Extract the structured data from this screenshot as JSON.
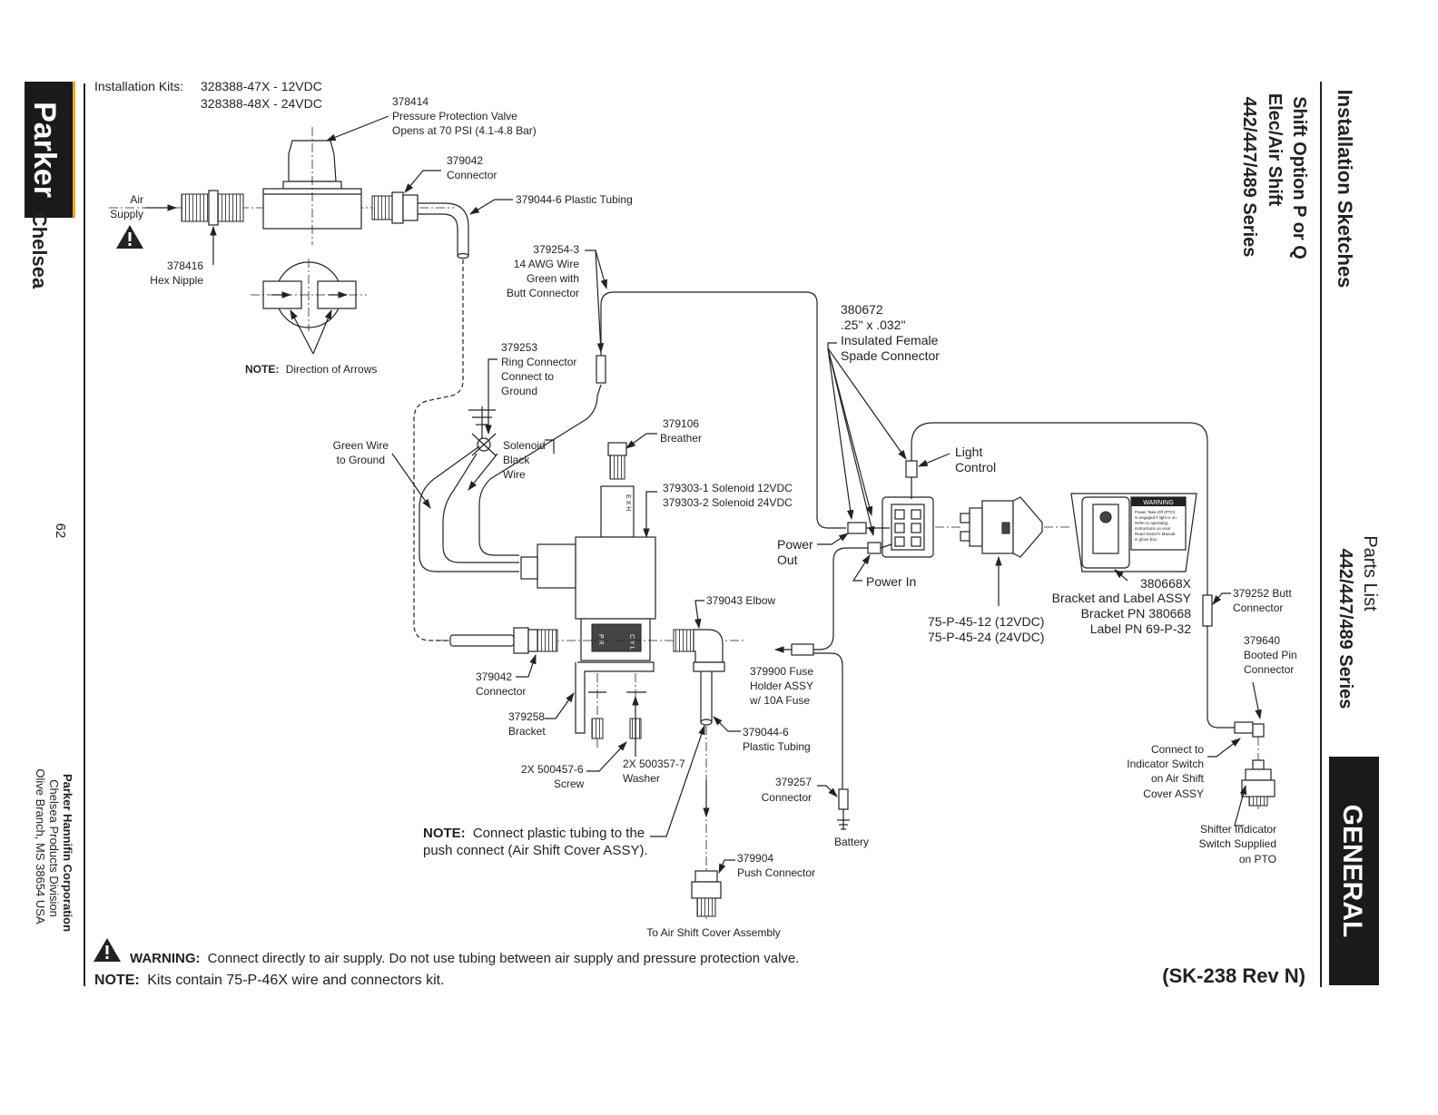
{
  "brand": {
    "name": "Parker",
    "division": "Chelsea",
    "accent": "#f0a81c",
    "band": "#1a1a1a"
  },
  "page_number": "62",
  "company": {
    "name": "Parker Hannifin Corporation",
    "division": "Chelsea Products Division",
    "address": "Olive Branch, MS 38654 USA"
  },
  "header": {
    "section": "Installation Sketches",
    "title_lines": [
      "Shift Option P or Q",
      "Elec/Air Shift",
      "442/447/489 Series"
    ],
    "parts_list_label": "Parts List",
    "parts_list_series": "442/447/489 Series",
    "tab": "GENERAL"
  },
  "kits": {
    "label": "Installation Kits:",
    "items": [
      "328388-47X - 12VDC",
      "328388-48X - 24VDC"
    ]
  },
  "callouts": {
    "ppv": [
      "378414",
      "Pressure Protection Valve",
      "Opens at 70 PSI (4.1-4.8 Bar)"
    ],
    "connector_top": [
      "379042",
      "Connector"
    ],
    "tubing_top": [
      "379044-6 Plastic Tubing"
    ],
    "air_supply": [
      "Air",
      "Supply"
    ],
    "hex_nipple": [
      "378416",
      "Hex Nipple"
    ],
    "arrows_note_bold": "NOTE:",
    "arrows_note": "Direction of Arrows",
    "wire_14awg": [
      "379254-3",
      "14 AWG Wire",
      "Green with",
      "Butt Connector"
    ],
    "spade": [
      "380672",
      ".25\" x .032\"",
      "Insulated Female",
      "Spade Connector"
    ],
    "ring": [
      "379253",
      "Ring Connector",
      "Connect to",
      "Ground"
    ],
    "green_wire": [
      "Green Wire",
      "to Ground"
    ],
    "solenoid_black": [
      "Solenoid",
      "Black",
      "Wire"
    ],
    "breather": [
      "379106",
      "Breather"
    ],
    "solenoid": [
      "379303-1 Solenoid 12VDC",
      "379303-2 Solenoid 24VDC"
    ],
    "light_control": [
      "Light",
      "Control"
    ],
    "power_out": [
      "Power",
      "Out"
    ],
    "power_in": [
      "Power In"
    ],
    "elbow": [
      "379043 Elbow"
    ],
    "switch": [
      "75-P-45-12 (12VDC)",
      "75-P-45-24 (24VDC)"
    ],
    "bracket_label": [
      "380668X",
      "Bracket and Label ASSY",
      "Bracket PN 380668",
      "Label PN 69-P-32"
    ],
    "butt_connector": [
      "379252 Butt",
      "Connector"
    ],
    "booted_pin": [
      "379640",
      "Booted Pin",
      "Connector"
    ],
    "connector_left": [
      "379042",
      "Connector"
    ],
    "bracket": [
      "379258",
      "Bracket"
    ],
    "fuse_holder": [
      "379900 Fuse",
      "Holder ASSY",
      "w/ 10A Fuse"
    ],
    "tubing_lower": [
      "379044-6",
      "Plastic Tubing"
    ],
    "screw": [
      "2X 500457-6",
      "Screw"
    ],
    "washer": [
      "2X 500357-7",
      "Washer"
    ],
    "connector_257": [
      "379257",
      "Connector"
    ],
    "battery": [
      "Battery"
    ],
    "indicator_connect": [
      "Connect to",
      "Indicator Switch",
      "on Air Shift",
      "Cover ASSY"
    ],
    "shifter_switch": [
      "Shifter Indicator",
      "Switch Supplied",
      "on PTO"
    ],
    "push_connector": [
      "379904",
      "Push Connector"
    ],
    "to_air_shift": [
      "To Air Shift Cover Assembly"
    ],
    "tubing_note_bold": "NOTE:",
    "tubing_note": [
      "Connect plastic tubing to the",
      "push connect (Air Shift Cover ASSY)."
    ]
  },
  "valve_marks": {
    "exh": "E X H",
    "port_left": "P R",
    "port_right": "C Y L"
  },
  "label_plate": {
    "heading": "WARNING",
    "lines": [
      "Power Take-Off (PTO)",
      "is engaged if light is on",
      "Refer to operating",
      "instructions on visor",
      "Read Owner's Manual",
      "in glove box"
    ]
  },
  "footer": {
    "warning_bold": "WARNING:",
    "warning": "Connect directly to air supply. Do not use tubing between air supply and pressure protection valve.",
    "note_bold": "NOTE:",
    "note": "Kits contain 75-P-46X wire and connectors kit.",
    "sk": "(SK-238 Rev N)"
  }
}
